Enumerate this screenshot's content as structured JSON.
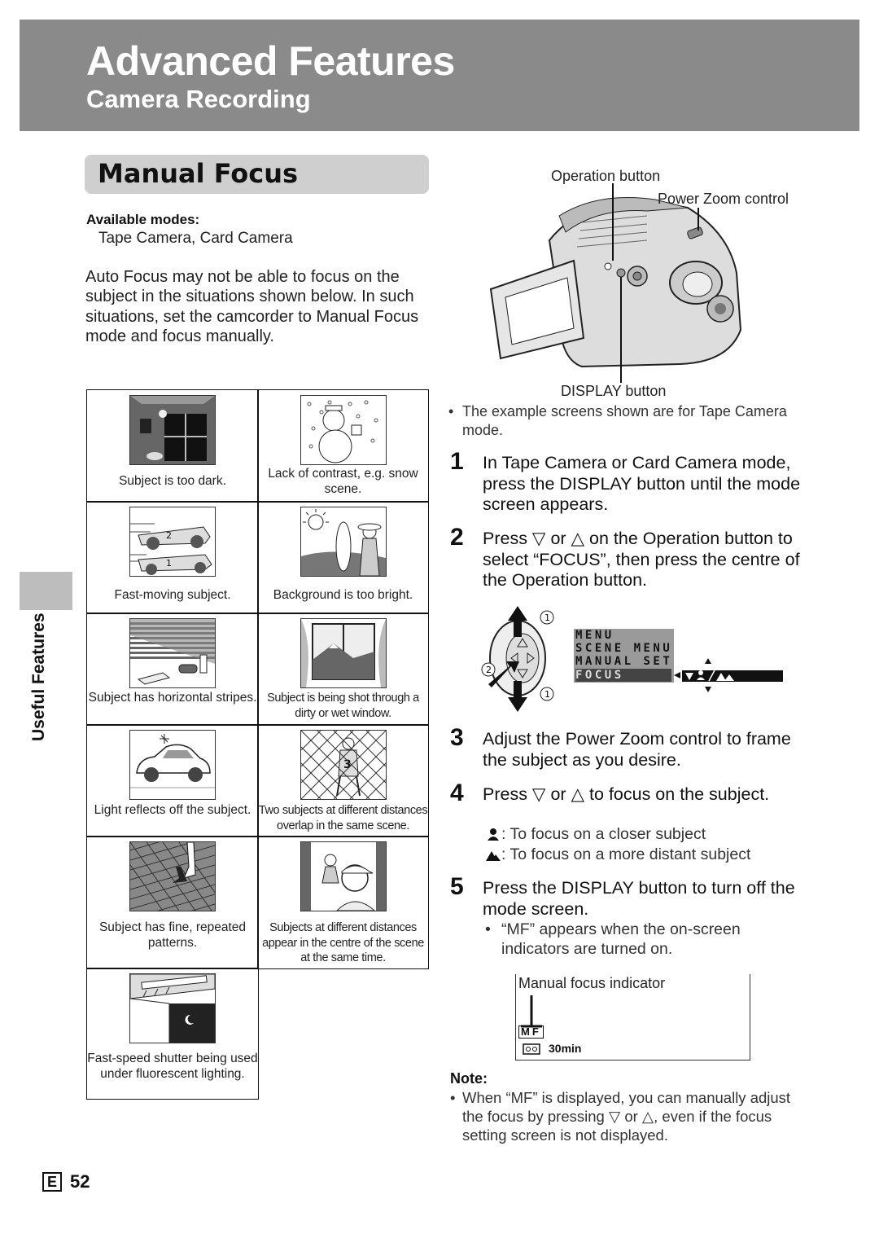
{
  "header": {
    "title": "Advanced Features",
    "subtitle": "Camera Recording"
  },
  "section": {
    "title": "Manual Focus"
  },
  "modes": {
    "label": "Available modes:",
    "value": "Tape Camera, Card Camera"
  },
  "intro": "Auto Focus may not be able to focus on the subject in the situations shown below. In such situations, set the camcorder to Manual Focus mode and focus manually.",
  "situations": [
    {
      "caption": "Subject is too dark.",
      "icon": "dark-room-icon"
    },
    {
      "caption": "Lack of contrast, e.g. snow scene.",
      "icon": "snowman-icon"
    },
    {
      "caption": "Fast-moving subject.",
      "icon": "race-cars-icon"
    },
    {
      "caption": "Background is too bright.",
      "icon": "beach-sun-icon"
    },
    {
      "caption": "Subject has horizontal stripes.",
      "icon": "blinds-icon"
    },
    {
      "caption": "Subject is being shot through a dirty or wet window.",
      "icon": "window-icon"
    },
    {
      "caption": "Light reflects off the subject.",
      "icon": "car-reflection-icon"
    },
    {
      "caption": "Two subjects at different distances overlap in the same scene.",
      "icon": "fence-player-icon"
    },
    {
      "caption": "Subject has fine, repeated patterns.",
      "icon": "tiled-floor-icon"
    },
    {
      "caption": "Subjects at different distances appear in the centre of the scene at the same time.",
      "icon": "two-people-icon"
    },
    {
      "caption": "Fast-speed shutter being used under fluorescent lighting.",
      "icon": "fluorescent-light-icon"
    }
  ],
  "side_tab": "Useful Features",
  "camera_labels": {
    "operation": "Operation button",
    "power_zoom": "Power Zoom control",
    "display": "DISPLAY button"
  },
  "example_note": "The example screens shown are for Tape Camera mode.",
  "steps": [
    {
      "num": "1",
      "text": "In Tape Camera or Card Camera mode, press the DISPLAY button until the mode screen appears."
    },
    {
      "num": "2",
      "text": "Press ▽ or △ on the Operation button to select “FOCUS”, then press the centre of the Operation button."
    },
    {
      "num": "3",
      "text": "Adjust the Power Zoom control to frame the subject as you desire."
    },
    {
      "num": "4",
      "text": "Press ▽ or △ to focus on the subject."
    },
    {
      "num": "5",
      "text": "Press the DISPLAY button to turn off the mode screen."
    }
  ],
  "step4_sub": [
    ": To focus on a closer subject",
    ": To focus on a more distant subject"
  ],
  "step5_sub": "“MF” appears when the on-screen indicators are turned on.",
  "menu": {
    "lines": [
      "MENU",
      "SCENE MENU",
      "MANUAL SET",
      "FOCUS"
    ],
    "markers": [
      "1",
      "2",
      "1"
    ]
  },
  "mf_screen": {
    "label": "Manual focus indicator",
    "indicator": "MF",
    "time": "30min"
  },
  "note": {
    "label": "Note:",
    "text": "When “MF” is displayed, you can manually adjust the focus by pressing ▽ or △, even if the focus setting screen is not displayed."
  },
  "page": {
    "letter": "E",
    "number": "52"
  }
}
